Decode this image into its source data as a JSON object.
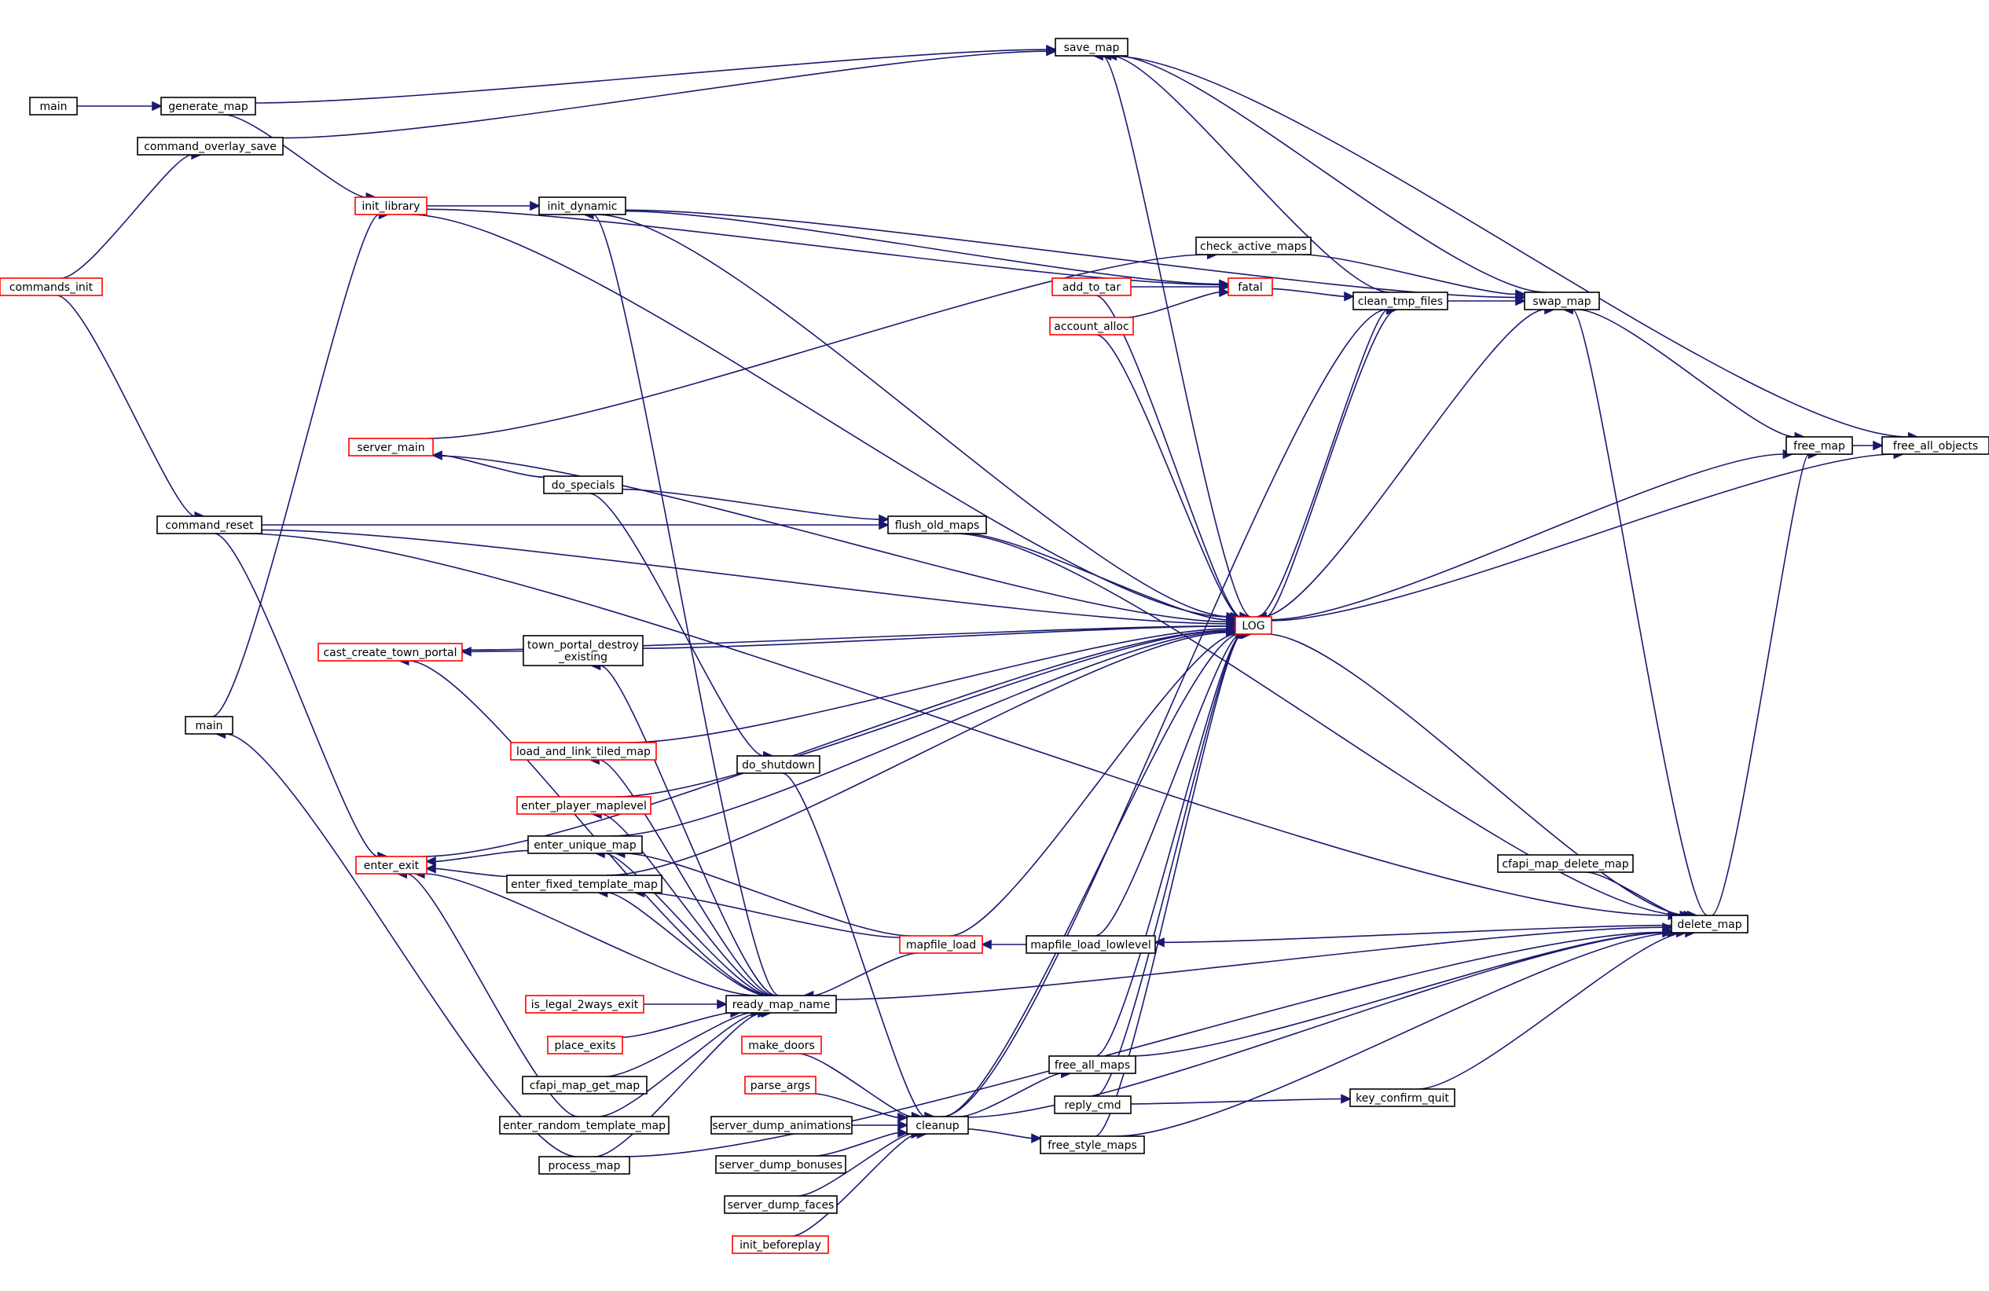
{
  "colors": {
    "edge": "#191970",
    "node_border_black": "#000000",
    "node_border_red": "#ff0000",
    "node_fill": "#ffffff",
    "focus_fill": "#bfbfbf"
  },
  "nodes": [
    {
      "id": "main_1",
      "label": "main",
      "border": "black"
    },
    {
      "id": "generate_map",
      "label": "generate_map",
      "border": "black"
    },
    {
      "id": "command_overlay_save",
      "label": "command_overlay_save",
      "border": "black"
    },
    {
      "id": "commands_init",
      "label": "commands_init",
      "border": "red"
    },
    {
      "id": "command_reset",
      "label": "command_reset",
      "border": "black"
    },
    {
      "id": "main_2",
      "label": "main",
      "border": "black"
    },
    {
      "id": "init_library",
      "label": "init_library",
      "border": "red"
    },
    {
      "id": "init_dynamic",
      "label": "init_dynamic",
      "border": "black"
    },
    {
      "id": "server_main",
      "label": "server_main",
      "border": "red"
    },
    {
      "id": "do_specials",
      "label": "do_specials",
      "border": "black"
    },
    {
      "id": "flush_old_maps",
      "label": "flush_old_maps",
      "border": "black"
    },
    {
      "id": "cast_create_town_portal",
      "label": "cast_create_town_portal",
      "border": "red"
    },
    {
      "id": "town_portal_destroy_existing",
      "label": [
        "town_portal_destroy",
        "_existing"
      ],
      "border": "black"
    },
    {
      "id": "load_and_link_tiled_map",
      "label": "load_and_link_tiled_map",
      "border": "red"
    },
    {
      "id": "do_shutdown",
      "label": "do_shutdown",
      "border": "black"
    },
    {
      "id": "enter_player_maplevel",
      "label": "enter_player_maplevel",
      "border": "red"
    },
    {
      "id": "enter_unique_map",
      "label": "enter_unique_map",
      "border": "black"
    },
    {
      "id": "enter_exit",
      "label": "enter_exit",
      "border": "red"
    },
    {
      "id": "enter_fixed_template_map",
      "label": "enter_fixed_template_map",
      "border": "black"
    },
    {
      "id": "mapfile_load",
      "label": "mapfile_load",
      "border": "red"
    },
    {
      "id": "mapfile_load_lowlevel",
      "label": "mapfile_load_lowlevel",
      "border": "black"
    },
    {
      "id": "is_legal_2ways_exit",
      "label": "is_legal_2ways_exit",
      "border": "red"
    },
    {
      "id": "ready_map_name",
      "label": "ready_map_name",
      "border": "black"
    },
    {
      "id": "place_exits",
      "label": "place_exits",
      "border": "red"
    },
    {
      "id": "cfapi_map_get_map",
      "label": "cfapi_map_get_map",
      "border": "black"
    },
    {
      "id": "enter_random_template_map",
      "label": "enter_random_template_map",
      "border": "black"
    },
    {
      "id": "process_map",
      "label": "process_map",
      "border": "black"
    },
    {
      "id": "make_doors",
      "label": "make_doors",
      "border": "red"
    },
    {
      "id": "parse_args",
      "label": "parse_args",
      "border": "red"
    },
    {
      "id": "server_dump_animations",
      "label": "server_dump_animations",
      "border": "black"
    },
    {
      "id": "server_dump_bonuses",
      "label": "server_dump_bonuses",
      "border": "black"
    },
    {
      "id": "server_dump_faces",
      "label": "server_dump_faces",
      "border": "black"
    },
    {
      "id": "init_beforeplay",
      "label": "init_beforeplay",
      "border": "red"
    },
    {
      "id": "cleanup",
      "label": "cleanup",
      "border": "black"
    },
    {
      "id": "free_all_maps",
      "label": "free_all_maps",
      "border": "black"
    },
    {
      "id": "reply_cmd",
      "label": "reply_cmd",
      "border": "black"
    },
    {
      "id": "free_style_maps",
      "label": "free_style_maps",
      "border": "black"
    },
    {
      "id": "save_map",
      "label": "save_map",
      "border": "black"
    },
    {
      "id": "check_active_maps",
      "label": "check_active_maps",
      "border": "black"
    },
    {
      "id": "add_to_tar",
      "label": "add_to_tar",
      "border": "red"
    },
    {
      "id": "fatal",
      "label": "fatal",
      "border": "red"
    },
    {
      "id": "account_alloc",
      "label": "account_alloc",
      "border": "red"
    },
    {
      "id": "clean_tmp_files",
      "label": "clean_tmp_files",
      "border": "black"
    },
    {
      "id": "LOG",
      "label": "LOG",
      "border": "red"
    },
    {
      "id": "swap_map",
      "label": "swap_map",
      "border": "black"
    },
    {
      "id": "free_map",
      "label": "free_map",
      "border": "black"
    },
    {
      "id": "free_all_objects",
      "label": "free_all_objects",
      "border": "black",
      "focus": true
    },
    {
      "id": "cfapi_map_delete_map",
      "label": "cfapi_map_delete_map",
      "border": "black"
    },
    {
      "id": "key_confirm_quit",
      "label": "key_confirm_quit",
      "border": "black"
    },
    {
      "id": "delete_map",
      "label": "delete_map",
      "border": "black"
    }
  ],
  "edges": [
    [
      "main_1",
      "generate_map"
    ],
    [
      "commands_init",
      "command_overlay_save"
    ],
    [
      "commands_init",
      "command_reset"
    ],
    [
      "generate_map",
      "init_library"
    ],
    [
      "main_2",
      "init_library"
    ],
    [
      "init_library",
      "init_dynamic"
    ],
    [
      "command_overlay_save",
      "save_map"
    ],
    [
      "generate_map",
      "save_map"
    ],
    [
      "save_map",
      "free_all_objects"
    ],
    [
      "command_reset",
      "delete_map"
    ],
    [
      "command_reset",
      "flush_old_maps"
    ],
    [
      "command_reset",
      "LOG"
    ],
    [
      "command_reset",
      "enter_exit"
    ],
    [
      "init_dynamic",
      "swap_map"
    ],
    [
      "init_dynamic",
      "fatal"
    ],
    [
      "init_dynamic",
      "LOG"
    ],
    [
      "init_library",
      "fatal"
    ],
    [
      "init_library",
      "LOG"
    ],
    [
      "server_main",
      "check_active_maps"
    ],
    [
      "server_main",
      "LOG"
    ],
    [
      "do_specials",
      "server_main"
    ],
    [
      "do_specials",
      "flush_old_maps"
    ],
    [
      "do_specials",
      "do_shutdown"
    ],
    [
      "flush_old_maps",
      "LOG"
    ],
    [
      "flush_old_maps",
      "delete_map"
    ],
    [
      "cast_create_town_portal",
      "LOG"
    ],
    [
      "town_portal_destroy_existing",
      "cast_create_town_portal"
    ],
    [
      "town_portal_destroy_existing",
      "LOG"
    ],
    [
      "ready_map_name",
      "cast_create_town_portal"
    ],
    [
      "ready_map_name",
      "town_portal_destroy_existing"
    ],
    [
      "load_and_link_tiled_map",
      "LOG"
    ],
    [
      "ready_map_name",
      "load_and_link_tiled_map"
    ],
    [
      "enter_player_maplevel",
      "LOG"
    ],
    [
      "ready_map_name",
      "enter_player_maplevel"
    ],
    [
      "enter_unique_map",
      "enter_exit"
    ],
    [
      "enter_unique_map",
      "LOG"
    ],
    [
      "ready_map_name",
      "enter_unique_map"
    ],
    [
      "enter_fixed_template_map",
      "enter_exit"
    ],
    [
      "enter_fixed_template_map",
      "LOG"
    ],
    [
      "ready_map_name",
      "enter_fixed_template_map"
    ],
    [
      "enter_random_template_map",
      "enter_exit"
    ],
    [
      "ready_map_name",
      "enter_exit"
    ],
    [
      "enter_exit",
      "LOG"
    ],
    [
      "mapfile_load",
      "ready_map_name"
    ],
    [
      "mapfile_load",
      "enter_unique_map"
    ],
    [
      "mapfile_load",
      "enter_fixed_template_map"
    ],
    [
      "mapfile_load",
      "LOG"
    ],
    [
      "mapfile_load_lowlevel",
      "mapfile_load"
    ],
    [
      "mapfile_load_lowlevel",
      "LOG"
    ],
    [
      "delete_map",
      "mapfile_load_lowlevel"
    ],
    [
      "is_legal_2ways_exit",
      "ready_map_name"
    ],
    [
      "place_exits",
      "ready_map_name"
    ],
    [
      "cfapi_map_get_map",
      "ready_map_name"
    ],
    [
      "enter_random_template_map",
      "ready_map_name"
    ],
    [
      "process_map",
      "ready_map_name"
    ],
    [
      "ready_map_name",
      "init_dynamic"
    ],
    [
      "ready_map_name",
      "delete_map"
    ],
    [
      "process_map",
      "main_2"
    ],
    [
      "process_map",
      "delete_map"
    ],
    [
      "do_shutdown",
      "cleanup"
    ],
    [
      "make_doors",
      "cleanup"
    ],
    [
      "parse_args",
      "cleanup"
    ],
    [
      "server_dump_animations",
      "cleanup"
    ],
    [
      "server_dump_bonuses",
      "cleanup"
    ],
    [
      "server_dump_faces",
      "cleanup"
    ],
    [
      "init_beforeplay",
      "cleanup"
    ],
    [
      "cleanup",
      "LOG"
    ],
    [
      "cleanup",
      "free_all_maps"
    ],
    [
      "cleanup",
      "free_style_maps"
    ],
    [
      "cleanup",
      "clean_tmp_files"
    ],
    [
      "cleanup",
      "delete_map"
    ],
    [
      "free_all_maps",
      "LOG"
    ],
    [
      "free_all_maps",
      "delete_map"
    ],
    [
      "reply_cmd",
      "LOG"
    ],
    [
      "reply_cmd",
      "key_confirm_quit"
    ],
    [
      "free_style_maps",
      "LOG"
    ],
    [
      "free_style_maps",
      "delete_map"
    ],
    [
      "check_active_maps",
      "swap_map"
    ],
    [
      "add_to_tar",
      "fatal"
    ],
    [
      "account_alloc",
      "fatal"
    ],
    [
      "fatal",
      "clean_tmp_files"
    ],
    [
      "add_to_tar",
      "LOG"
    ],
    [
      "account_alloc",
      "LOG"
    ],
    [
      "clean_tmp_files",
      "swap_map"
    ],
    [
      "clean_tmp_files",
      "save_map"
    ],
    [
      "clean_tmp_files",
      "LOG"
    ],
    [
      "LOG",
      "save_map"
    ],
    [
      "LOG",
      "clean_tmp_files"
    ],
    [
      "LOG",
      "swap_map"
    ],
    [
      "LOG",
      "free_map"
    ],
    [
      "LOG",
      "free_all_objects"
    ],
    [
      "LOG",
      "delete_map"
    ],
    [
      "swap_map",
      "save_map"
    ],
    [
      "swap_map",
      "free_map"
    ],
    [
      "free_map",
      "free_all_objects"
    ],
    [
      "delete_map",
      "free_map"
    ],
    [
      "delete_map",
      "swap_map"
    ],
    [
      "cfapi_map_delete_map",
      "delete_map"
    ],
    [
      "key_confirm_quit",
      "delete_map"
    ]
  ]
}
